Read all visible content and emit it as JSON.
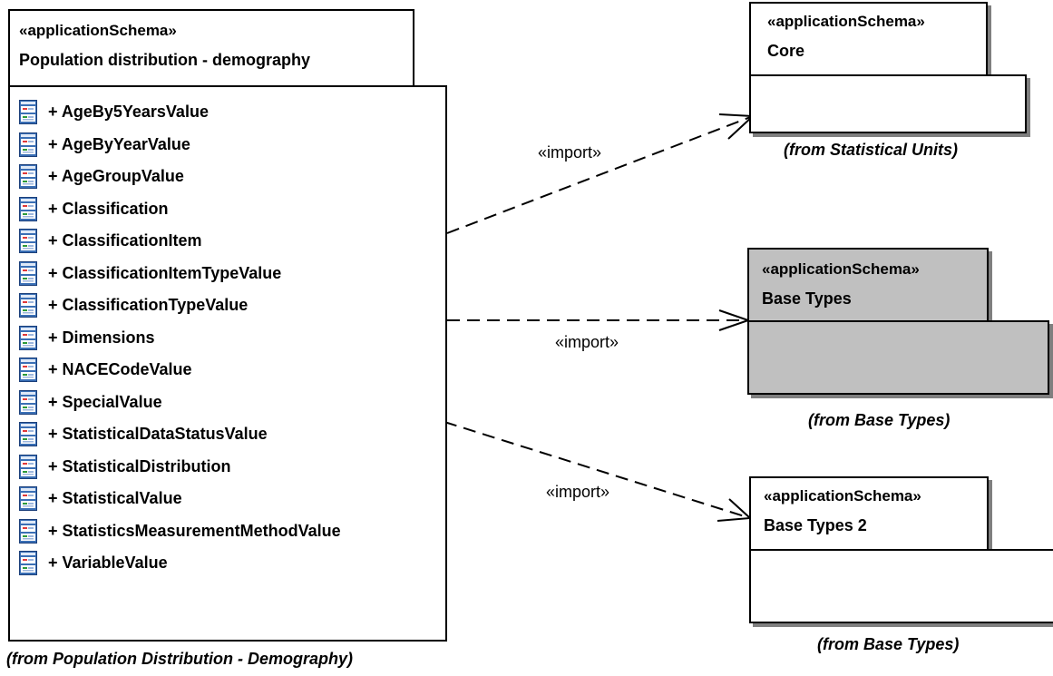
{
  "main_package": {
    "stereotype": "«applicationSchema»",
    "name": "Population distribution - demography",
    "from": "(from Population Distribution - Demography)",
    "classes": [
      {
        "label": "+ AgeBy5YearsValue",
        "icon": "class-icon"
      },
      {
        "label": "+ AgeByYearValue",
        "icon": "class-icon"
      },
      {
        "label": "+ AgeGroupValue",
        "icon": "class-icon"
      },
      {
        "label": "+ Classification",
        "icon": "class-icon"
      },
      {
        "label": "+ ClassificationItem",
        "icon": "class-icon"
      },
      {
        "label": "+ ClassificationItemTypeValue",
        "icon": "class-icon"
      },
      {
        "label": "+ ClassificationTypeValue",
        "icon": "class-icon"
      },
      {
        "label": "+ Dimensions",
        "icon": "class-icon"
      },
      {
        "label": "+ NACECodeValue",
        "icon": "class-icon"
      },
      {
        "label": "+ SpecialValue",
        "icon": "class-icon"
      },
      {
        "label": "+ StatisticalDataStatusValue",
        "icon": "class-icon"
      },
      {
        "label": "+ StatisticalDistribution",
        "icon": "class-icon"
      },
      {
        "label": "+ StatisticalValue",
        "icon": "class-icon"
      },
      {
        "label": "+ StatisticsMeasurementMethodValue",
        "icon": "class-icon"
      },
      {
        "label": "+ VariableValue",
        "icon": "class-icon"
      }
    ]
  },
  "packages": {
    "core": {
      "stereotype": "«applicationSchema»",
      "name": "Core",
      "from": "(from Statistical Units)",
      "fill": "#ffffff"
    },
    "base_types": {
      "stereotype": "«applicationSchema»",
      "name": "Base Types",
      "from": "(from Base Types)",
      "fill": "#c0c0c0"
    },
    "base_types_2": {
      "stereotype": "«applicationSchema»",
      "name": "Base Types 2",
      "from": "(from Base Types)",
      "fill": "#ffffff"
    }
  },
  "dependencies": [
    {
      "label": "«import»",
      "target": "core",
      "style": "dashed"
    },
    {
      "label": "«import»",
      "target": "base_types",
      "style": "dashed"
    },
    {
      "label": "«import»",
      "target": "base_types_2",
      "style": "dashed"
    }
  ],
  "colors": {
    "line": "#000000",
    "shaded_package": "#c0c0c0",
    "icon_blue": "#3a6fb5"
  }
}
